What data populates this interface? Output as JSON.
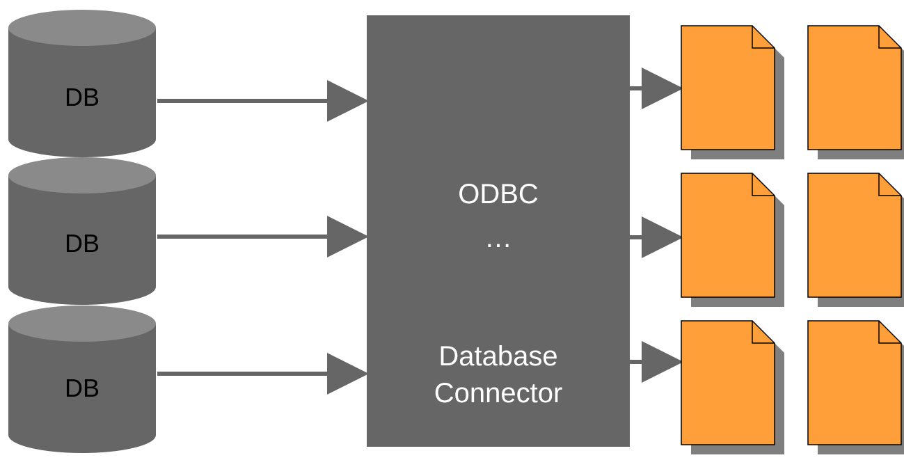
{
  "databases": [
    {
      "label": "DB"
    },
    {
      "label": "DB"
    },
    {
      "label": "DB"
    }
  ],
  "connector": {
    "line1": "ODBC",
    "line2": "…",
    "line3": "Database",
    "line4": "Connector"
  },
  "documents": {
    "rows": 3,
    "columns": 2
  },
  "colors": {
    "cylinder_body": "#666666",
    "cylinder_top": "#8a8a8a",
    "connector_box": "#666666",
    "arrow": "#666666",
    "document_fill": "#ff9f3a",
    "document_shadow": "#7f7f7f",
    "text_dark": "#000000",
    "text_light": "#ffffff"
  }
}
